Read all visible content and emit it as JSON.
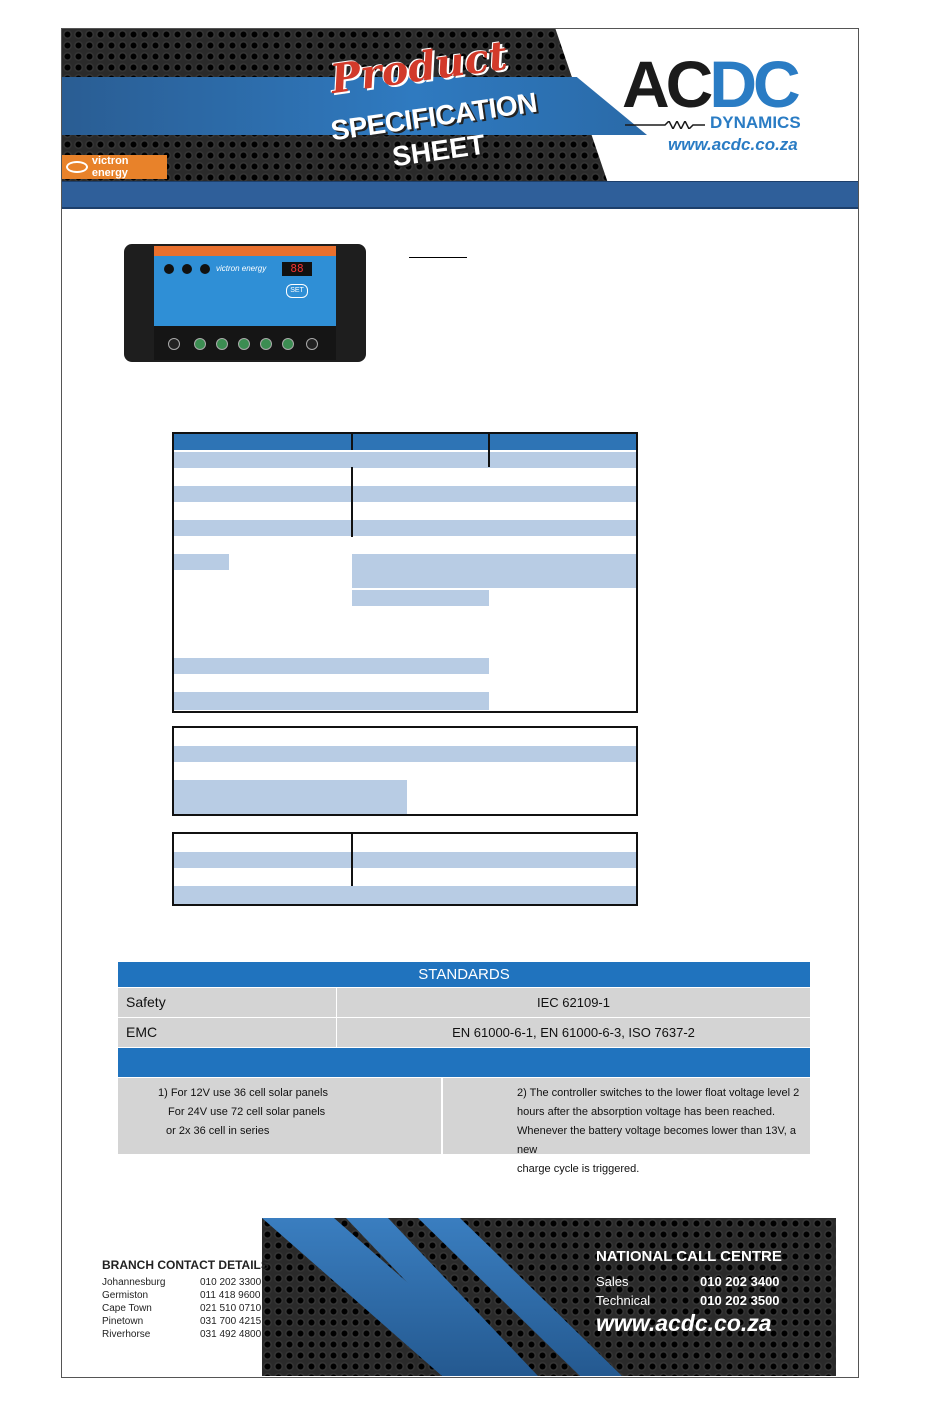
{
  "header": {
    "title_line1": "Product",
    "title_line2": "SPECIFICATION",
    "title_line3": "SHEET",
    "victron_badge": "victron energy",
    "logo_ac": "AC",
    "logo_dc": "DC",
    "logo_sub": "DYNAMICS",
    "logo_url": "www.acdc.co.za"
  },
  "product_image": {
    "brand": "victron energy",
    "display": "88",
    "set_label": "SET"
  },
  "standards": {
    "title": "STANDARDS",
    "rows": [
      {
        "label": "Safety",
        "value": "IEC 62109-1"
      },
      {
        "label": "EMC",
        "value": "EN 61000-6-1, EN 61000-6-3, ISO 7637-2"
      }
    ],
    "note1_lines": [
      "1) For 12V use 36 cell solar panels",
      "For 24V use 72 cell solar panels",
      "or 2x 36 cell in series"
    ],
    "note2_lines": [
      "2) The controller switches to the lower float voltage level 2",
      "hours after the absorption voltage has been reached.",
      "Whenever the battery voltage becomes lower than 13V, a new",
      "charge cycle is triggered."
    ]
  },
  "branches": {
    "title": "BRANCH CONTACT DETAILS",
    "items": [
      {
        "city": "Johannesburg",
        "phone": "010 202 3300"
      },
      {
        "city": "Germiston",
        "phone": "011 418 9600"
      },
      {
        "city": "Cape Town",
        "phone": "021 510 0710"
      },
      {
        "city": "Pinetown",
        "phone": "031 700 4215"
      },
      {
        "city": "Riverhorse",
        "phone": "031 492 4800"
      }
    ]
  },
  "call_centre": {
    "title": "NATIONAL CALL CENTRE",
    "sales_label": "Sales",
    "sales_number": "010 202 3400",
    "technical_label": "Technical",
    "technical_number": "010 202 3500",
    "url": "www.acdc.co.za"
  },
  "colors": {
    "brand_blue": "#2073be",
    "header_bar": "#2f5f9a",
    "table_fill": "#b8cce4",
    "accent_red": "#d23a2a",
    "victron_orange": "#e8822a"
  }
}
